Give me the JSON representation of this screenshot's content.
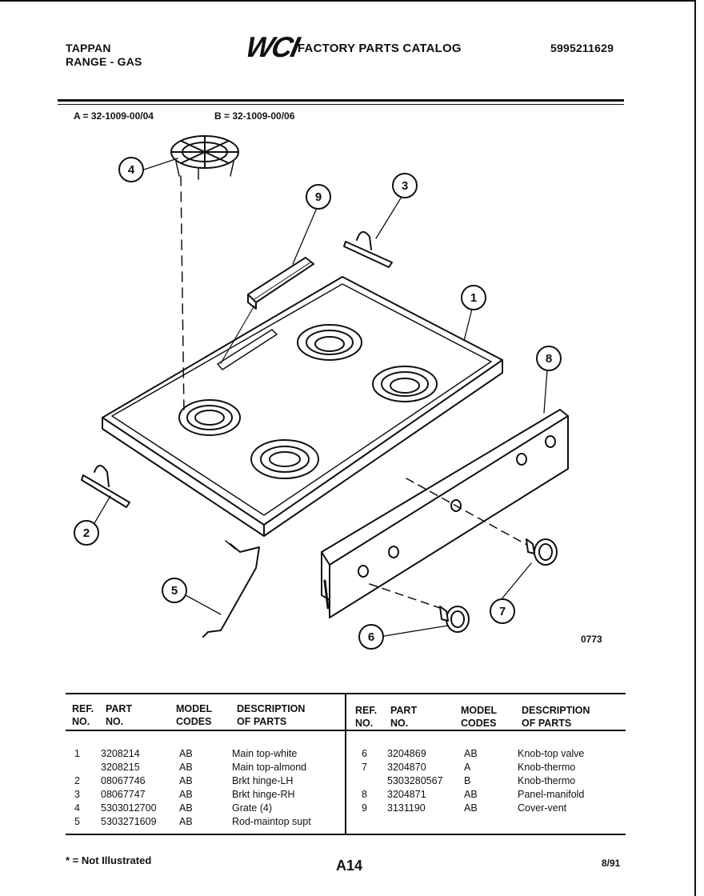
{
  "header": {
    "brand": "TAPPAN",
    "product": "RANGE - GAS",
    "logo": "WCI",
    "catalog_title": "FACTORY PARTS CATALOG",
    "catalog_number": "5995211629"
  },
  "models": {
    "a": "A = 32-1009-00/04",
    "b": "B = 32-1009-00/06"
  },
  "diagram": {
    "callouts": [
      "1",
      "2",
      "3",
      "4",
      "5",
      "6",
      "7",
      "8",
      "9"
    ],
    "figure_number": "0773"
  },
  "table": {
    "headers": {
      "ref": [
        "REF.",
        "NO."
      ],
      "part": [
        "PART",
        "NO."
      ],
      "model": [
        "MODEL",
        "CODES"
      ],
      "desc": [
        "DESCRIPTION",
        "OF PARTS"
      ]
    },
    "left_rows": [
      {
        "ref": "1",
        "part": "3208214",
        "model": "AB",
        "desc": "Main top-white"
      },
      {
        "ref": "",
        "part": "3208215",
        "model": "AB",
        "desc": "Main top-almond"
      },
      {
        "ref": "2",
        "part": "08067746",
        "model": "AB",
        "desc": "Brkt hinge-LH"
      },
      {
        "ref": "3",
        "part": "08067747",
        "model": "AB",
        "desc": "Brkt hinge-RH"
      },
      {
        "ref": "4",
        "part": "5303012700",
        "model": "AB",
        "desc": "Grate (4)"
      },
      {
        "ref": "5",
        "part": "5303271609",
        "model": "AB",
        "desc": "Rod-maintop supt"
      }
    ],
    "right_rows": [
      {
        "ref": "6",
        "part": "3204869",
        "model": "AB",
        "desc": "Knob-top valve"
      },
      {
        "ref": "7",
        "part": "3204870",
        "model": "A",
        "desc": "Knob-thermo"
      },
      {
        "ref": "",
        "part": "5303280567",
        "model": "B",
        "desc": "Knob-thermo"
      },
      {
        "ref": "8",
        "part": "3204871",
        "model": "AB",
        "desc": "Panel-manifold"
      },
      {
        "ref": "9",
        "part": "3131190",
        "model": "AB",
        "desc": "Cover-vent"
      }
    ]
  },
  "footer": {
    "note": "* = Not Illustrated",
    "page": "A14",
    "date": "8/91"
  }
}
